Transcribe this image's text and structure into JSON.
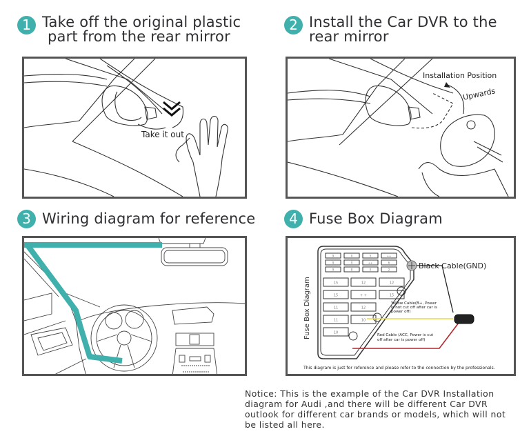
{
  "steps": [
    {
      "number": "1",
      "title_line1": "Take off the original plastic",
      "title_line2": "part from the rear mirror",
      "annotation": "Take it out"
    },
    {
      "number": "2",
      "title_line1": "Install the Car DVR to the",
      "title_line2": "rear mirror",
      "annotation_position": "Installation Position",
      "annotation_direction": "Upwards"
    },
    {
      "number": "3",
      "title_line1": "Wiring diagram for reference"
    },
    {
      "number": "4",
      "title_line1": "Fuse Box Diagram",
      "diagram_label": "Fuse Box Diagram",
      "black_cable": "Black Cable(GND)",
      "yellow_cable_l1": "Yellow Cable(B+, Power",
      "yellow_cable_l2": "is not cut off after car is",
      "yellow_cable_l3": "power off)",
      "red_cable_l1": "Red Cable (ACC, Power is cut",
      "red_cable_l2": "off after car is power off)",
      "disclaimer": "This diagram is just for reference and please refer to the connection by the professionals.",
      "fuse_labels_small": [
        "9",
        "0",
        "5",
        "++",
        "9",
        "9",
        "++",
        "6",
        "9",
        "8",
        "0",
        "2"
      ],
      "fuse_labels_large": [
        "15",
        "15",
        "11",
        "11",
        "10",
        "12",
        "+ +",
        "12",
        "10",
        "12",
        "15"
      ]
    }
  ],
  "colors": {
    "accent": "#3fb0ac",
    "yellow_cable": "#e8d84a",
    "red_cable": "#b3262c",
    "black_cable": "#222222"
  },
  "notice": "Notice: This is the example of the Car DVR Installation diagram for Audi ,and there will be different Car DVR outlook for different car brands or models, which will not be listed all here."
}
